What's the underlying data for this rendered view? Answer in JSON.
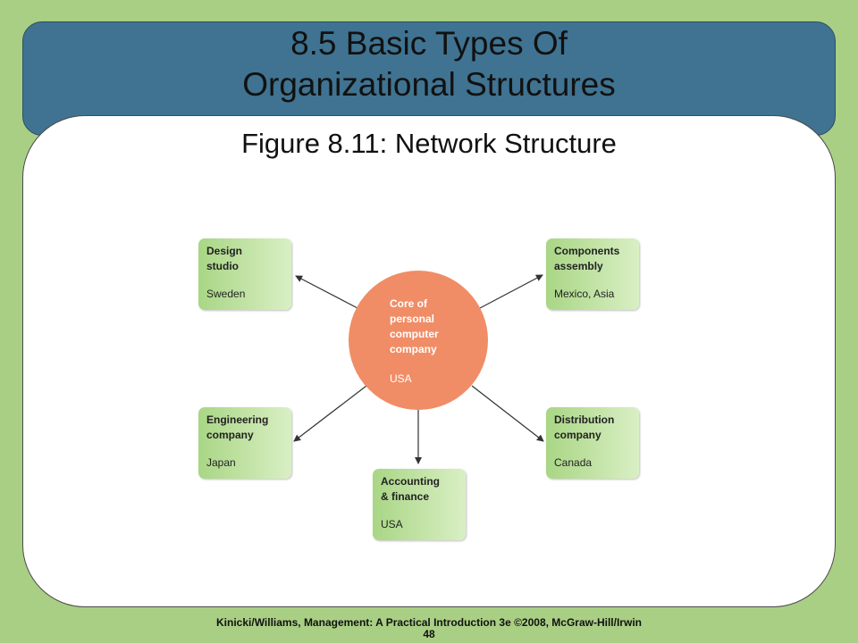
{
  "slide": {
    "title_line1": "8.5  Basic Types Of",
    "title_line2": "Organizational Structures",
    "figure_title": "Figure 8.11: Network Structure",
    "footer_line1": "Kinicki/Williams, Management: A Practical Introduction 3e ©2008, McGraw-Hill/Irwin",
    "footer_line2": "48"
  },
  "diagram": {
    "core": {
      "line1": "Core of",
      "line2": "personal",
      "line3": "computer",
      "line4": "company",
      "location": "USA"
    },
    "nodes": {
      "design": {
        "line1": "Design",
        "line2": "studio",
        "location": "Sweden"
      },
      "components": {
        "line1": "Components",
        "line2": "assembly",
        "location": "Mexico, Asia"
      },
      "engineering": {
        "line1": "Engineering",
        "line2": "company",
        "location": "Japan"
      },
      "distribution": {
        "line1": "Distribution",
        "line2": "company",
        "location": "Canada"
      },
      "accounting": {
        "line1": "Accounting",
        "line2": "& finance",
        "location": "USA"
      }
    },
    "colors": {
      "core": "#f08d66",
      "node": "#a9d685",
      "title_bar": "#3f7391",
      "background": "#a9cf84"
    }
  }
}
